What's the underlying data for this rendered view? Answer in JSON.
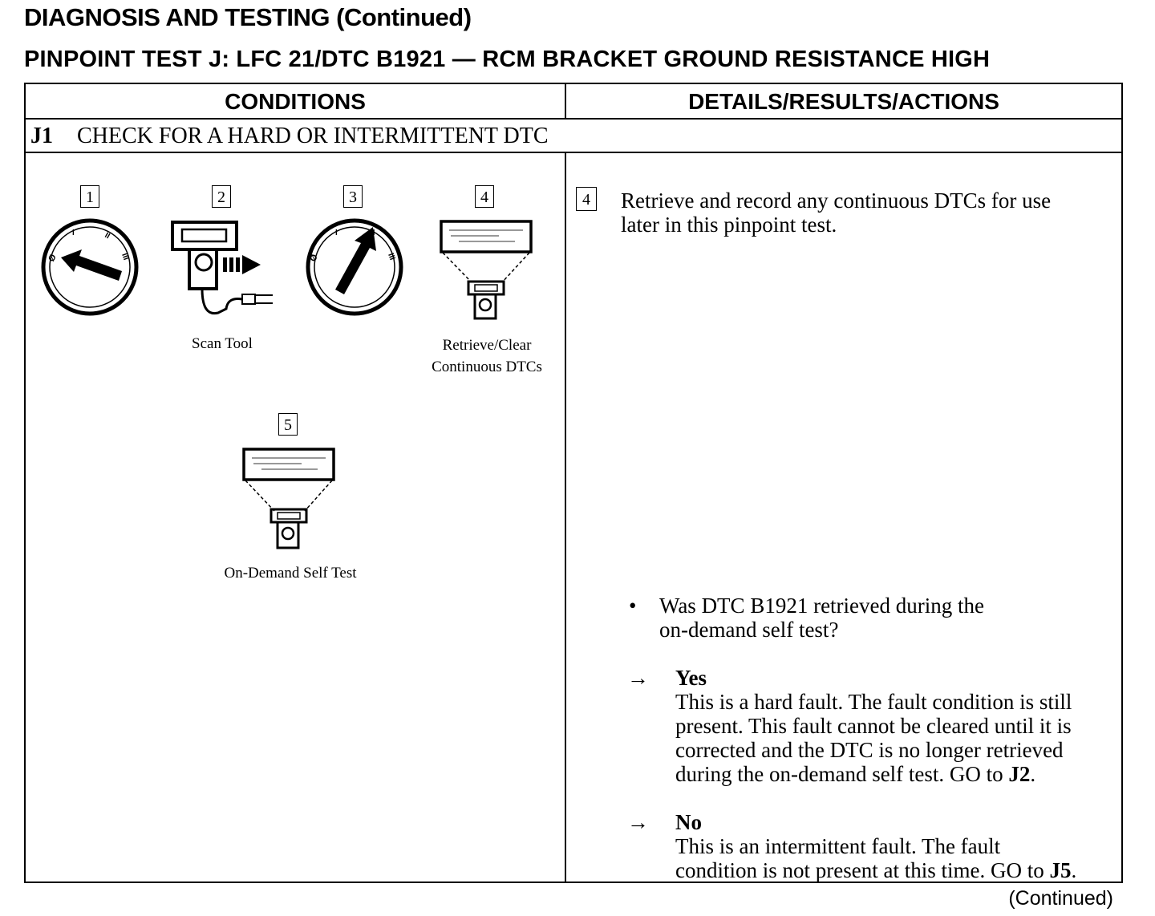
{
  "header": {
    "page_title": "DIAGNOSIS AND TESTING (Continued)",
    "test_title": "PINPOINT TEST J:  LFC 21/DTC B1921 — RCM BRACKET GROUND RESISTANCE HIGH"
  },
  "table": {
    "col_conditions": "CONDITIONS",
    "col_details": "DETAILS/RESULTS/ACTIONS"
  },
  "step": {
    "id": "J1",
    "title": "CHECK FOR A HARD OR INTERMITTENT DTC"
  },
  "illustrations": [
    {
      "number": "1",
      "caption": "",
      "icon": "ignition-off-icon"
    },
    {
      "number": "2",
      "caption": "Scan Tool",
      "icon": "scan-tool-connect-icon"
    },
    {
      "number": "3",
      "caption": "",
      "icon": "ignition-on-icon"
    },
    {
      "number": "4",
      "caption_line1": "Retrieve/Clear",
      "caption_line2": "Continuous DTCs",
      "icon": "scan-tool-display-icon"
    },
    {
      "number": "5",
      "caption": "On-Demand Self Test",
      "icon": "scan-tool-display-icon"
    }
  ],
  "details": {
    "step_number": "4",
    "instruction_line1": "Retrieve and record any continuous DTCs for use",
    "instruction_line2": "later in this pinpoint test.",
    "bullet": "•",
    "question_line1": "Was DTC B1921 retrieved during the",
    "question_line2": "on-demand self test?",
    "arrow": "→",
    "yes_label": "Yes",
    "yes_line1": "This is a hard fault. The fault condition is still",
    "yes_line2": "present. This fault cannot be cleared until it is",
    "yes_line3": "corrected and the DTC is no longer retrieved",
    "yes_line4_prefix": "during the on-demand self test. GO to ",
    "yes_goto": "J2",
    "yes_suffix": ".",
    "no_label": "No",
    "no_line1": "This is an intermittent fault. The fault",
    "no_line2_prefix": "condition is not present at this time. GO to ",
    "no_goto": "J5",
    "no_suffix": "."
  },
  "footer": {
    "continued": "(Continued)"
  }
}
